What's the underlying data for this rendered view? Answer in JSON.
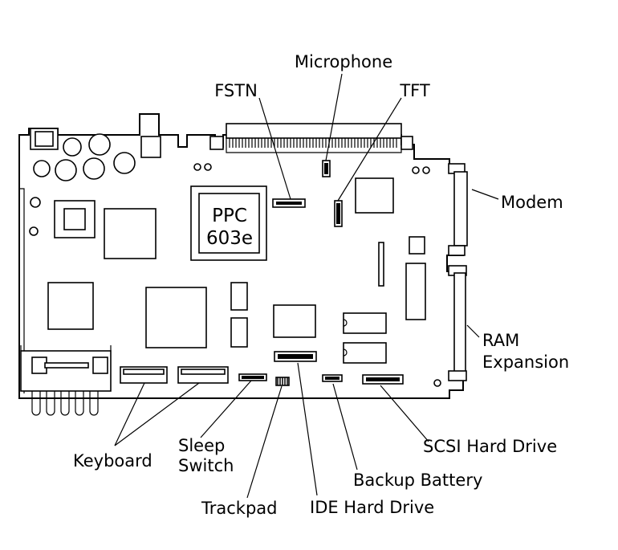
{
  "chip": {
    "line1": "PPC",
    "line2": "603e"
  },
  "labels": {
    "microphone": "Microphone",
    "fstn": "FSTN",
    "tft": "TFT",
    "modem": "Modem",
    "ram_line1": "RAM",
    "ram_line2": "Expansion",
    "scsi": "SCSI Hard Drive",
    "backup": "Backup Battery",
    "ide": "IDE Hard Drive",
    "trackpad": "Trackpad",
    "sleep_line1": "Sleep",
    "sleep_line2": "Switch",
    "keyboard": "Keyboard"
  }
}
